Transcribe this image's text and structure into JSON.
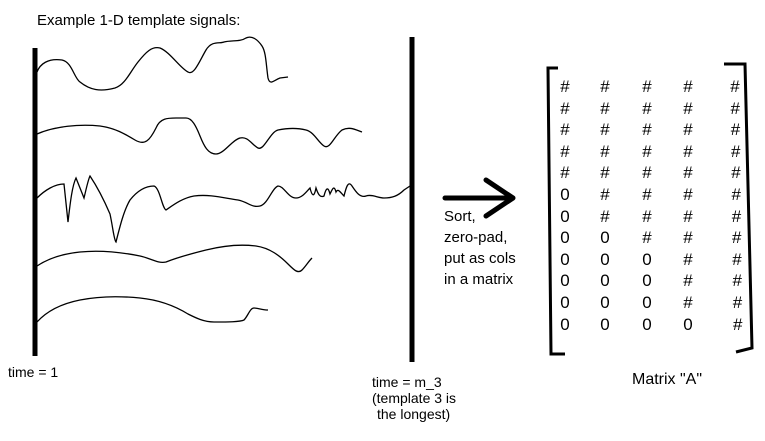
{
  "title": "Example 1-D template signals:",
  "time_start_label": "time = 1",
  "time_end_label": [
    "time = m_3",
    "(template 3 is",
    "the longest)"
  ],
  "caption": [
    "Sort,",
    "zero-pad,",
    "put as cols",
    "in a matrix"
  ],
  "matrix_label": "Matrix \"A\"",
  "matrix": [
    [
      "#",
      "#",
      "#",
      "#",
      "#"
    ],
    [
      "#",
      "#",
      "#",
      "#",
      "#"
    ],
    [
      "#",
      "#",
      "#",
      "#",
      "#"
    ],
    [
      "#",
      "#",
      "#",
      "#",
      "#"
    ],
    [
      "#",
      "#",
      "#",
      "#",
      "#"
    ],
    [
      "0",
      "#",
      "#",
      "#",
      "#"
    ],
    [
      "0",
      "#",
      "#",
      "#",
      "#"
    ],
    [
      "0",
      "0",
      "#",
      "#",
      "#"
    ],
    [
      "0",
      "0",
      "0",
      "#",
      "#"
    ],
    [
      "0",
      "0",
      "0",
      "#",
      "#"
    ],
    [
      "0",
      "0",
      "0",
      "#",
      "#"
    ],
    [
      "0",
      "0",
      "0",
      "0",
      "#"
    ]
  ],
  "signal_count": 5,
  "icons": [
    "right-arrow-icon"
  ],
  "colors": {
    "ink": "#000000",
    "background": "#ffffff"
  }
}
